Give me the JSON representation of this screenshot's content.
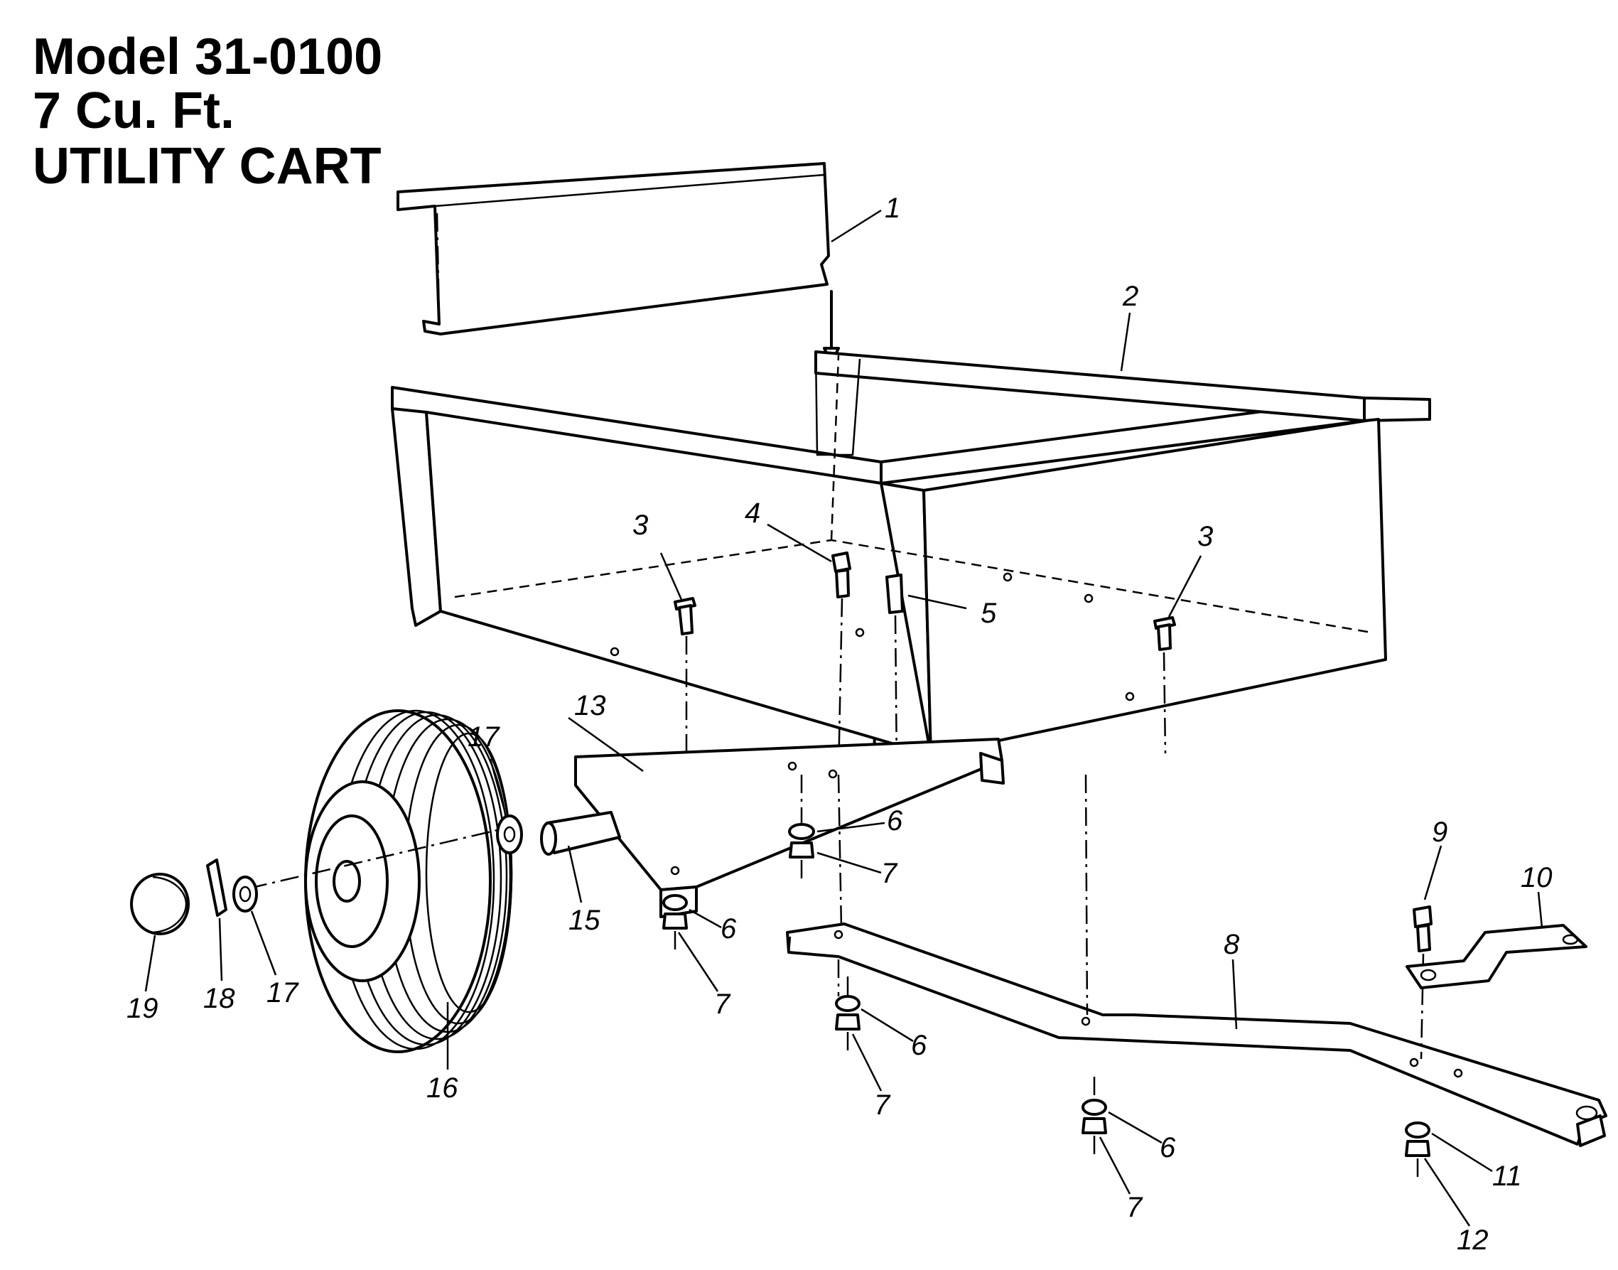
{
  "title": {
    "line1": "Model 31-0100",
    "line2": "7 Cu. Ft.",
    "line3": "UTILITY CART"
  },
  "callouts": [
    {
      "id": "c1",
      "text": "1"
    },
    {
      "id": "c2",
      "text": "2"
    },
    {
      "id": "c3a",
      "text": "3"
    },
    {
      "id": "c3b",
      "text": "3"
    },
    {
      "id": "c4",
      "text": "4"
    },
    {
      "id": "c5",
      "text": "5"
    },
    {
      "id": "c6a",
      "text": "6"
    },
    {
      "id": "c6b",
      "text": "6"
    },
    {
      "id": "c6c",
      "text": "6"
    },
    {
      "id": "c6d",
      "text": "6"
    },
    {
      "id": "c7a",
      "text": "7"
    },
    {
      "id": "c7b",
      "text": "7"
    },
    {
      "id": "c7c",
      "text": "7"
    },
    {
      "id": "c7d",
      "text": "7"
    },
    {
      "id": "c8",
      "text": "8"
    },
    {
      "id": "c9",
      "text": "9"
    },
    {
      "id": "c10",
      "text": "10"
    },
    {
      "id": "c11",
      "text": "11"
    },
    {
      "id": "c12",
      "text": "12"
    },
    {
      "id": "c13",
      "text": "13"
    },
    {
      "id": "c15",
      "text": "15"
    },
    {
      "id": "c16",
      "text": "16"
    },
    {
      "id": "c17a",
      "text": "17"
    },
    {
      "id": "c17b",
      "text": "17"
    },
    {
      "id": "c18",
      "text": "18"
    },
    {
      "id": "c19",
      "text": "19"
    }
  ]
}
